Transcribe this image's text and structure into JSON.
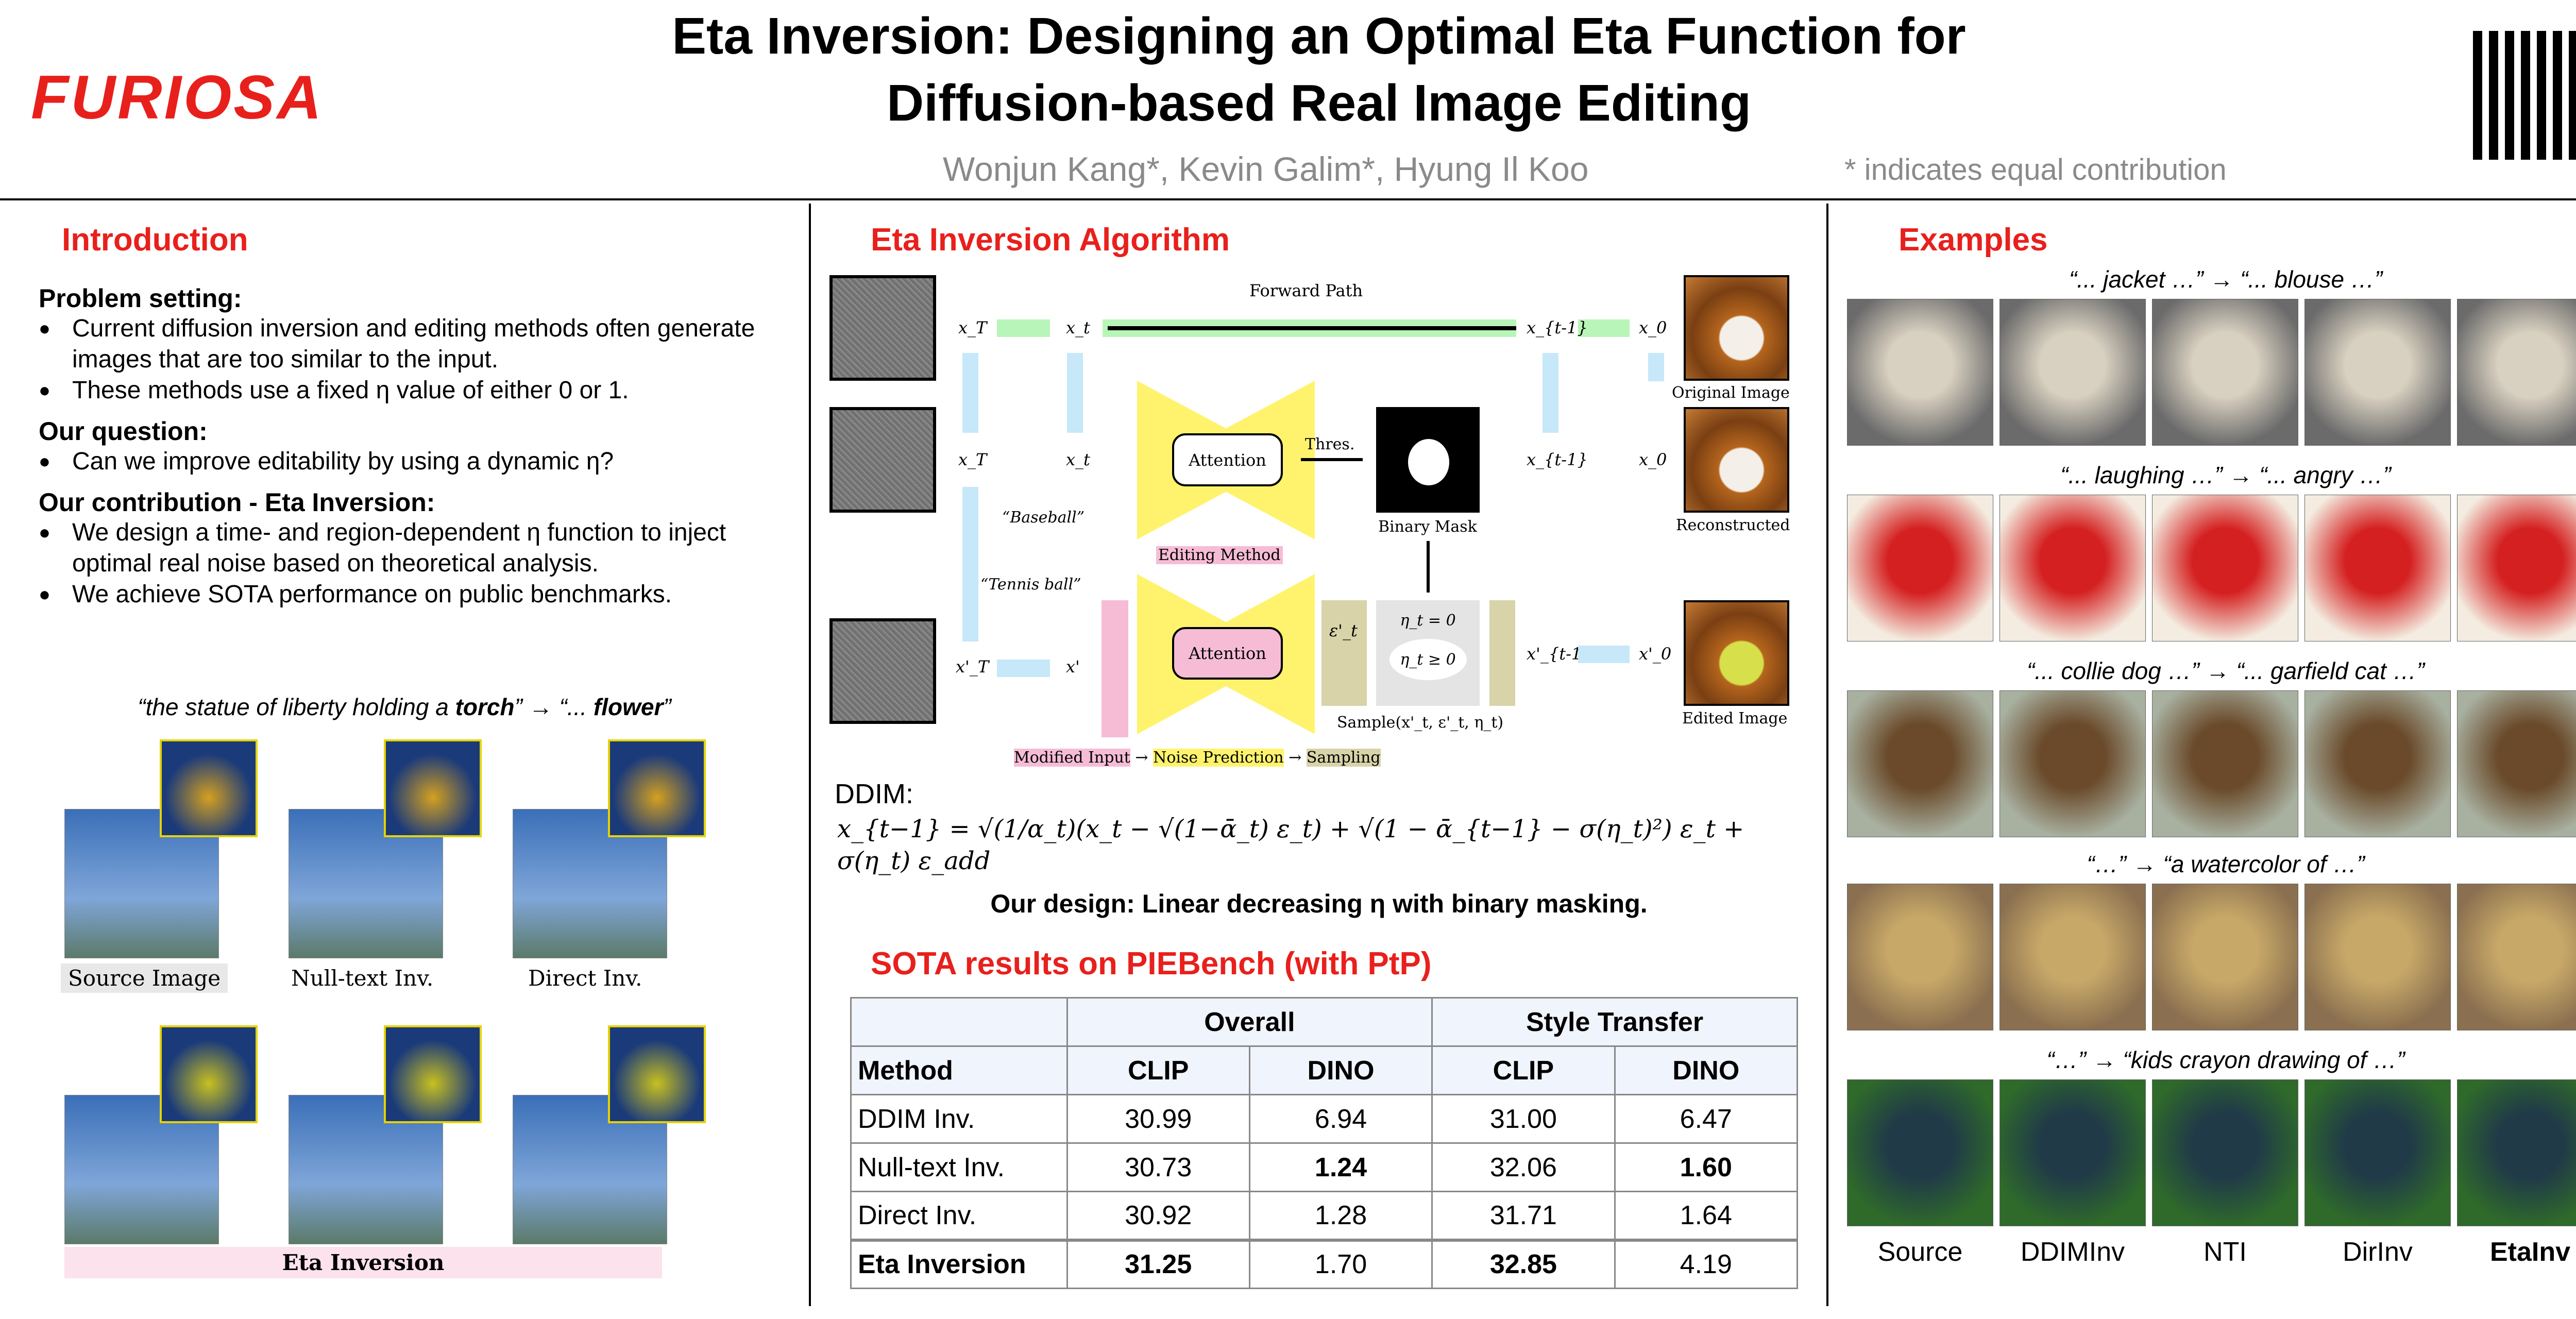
{
  "header": {
    "logo": "FURIOSA",
    "title_line1": "Eta Inversion: Designing an Optimal Eta Function for",
    "title_line2": "Diffusion-based Real Image Editing",
    "authors": "Wonjun Kang*, Kevin Galim*, Hyung Il Koo",
    "equal_note": "* indicates equal contribution"
  },
  "intro": {
    "heading": "Introduction",
    "sections": [
      {
        "title": "Problem setting:",
        "bullets": [
          "Current diffusion inversion and editing methods often generate images that are too similar to the input.",
          "These methods use a fixed η value of either 0 or 1."
        ]
      },
      {
        "title": "Our question:",
        "bullets": [
          "Can we improve editability by using a dynamic η?"
        ]
      },
      {
        "title": "Our contribution - Eta Inversion:",
        "bullets": [
          "We design a time- and region-dependent η function to inject optimal real noise based on theoretical analysis.",
          "We achieve SOTA performance on public benchmarks."
        ]
      }
    ],
    "prompt_pre": "“the statue of liberty holding a ",
    "prompt_bold": "torch",
    "prompt_mid": "” → “... ",
    "prompt_bold2": "flower",
    "prompt_end": "”",
    "labels": [
      "Source Image",
      "Null-text Inv.",
      "Direct Inv.",
      "Eta Inversion"
    ]
  },
  "algo": {
    "heading": "Eta Inversion Algorithm",
    "diagram": {
      "forward_path": "Forward Path",
      "xT": "x_T",
      "xt": "x_t",
      "xt1": "x_{t-1}",
      "x0": "x_0",
      "xpT": "x'_T",
      "xp": "x'",
      "xpt1": "x'_{t-1}",
      "xp0": "x'_0",
      "attention": "Attention",
      "thres": "Thres.",
      "binary_mask": "Binary Mask",
      "baseball": "“Baseball”",
      "tennis": "“Tennis ball”",
      "editing_method": "Editing Method",
      "eps": "ε'_t",
      "eta0": "η_t = 0",
      "eta_ge": "η_t ≥ 0",
      "sample": "Sample(x'_t, ε'_t, η_t)",
      "original": "Original Image",
      "reconstructed": "Reconstructed",
      "edited": "Edited Image",
      "modified_input": "Modified Input",
      "noise_prediction": "Noise Prediction",
      "sampling": "Sampling",
      "arrow": "→"
    },
    "ddim_label": "DDIM:",
    "equation": "x_{t−1} = √(1/α_t)(x_t − √(1−ᾱ_t) ε_t) + √(1 − ᾱ_{t−1} − σ(η_t)²) ε_t + σ(η_t) ε_add",
    "design": "Our design: Linear decreasing η with binary masking."
  },
  "results": {
    "heading": "SOTA results on PIEBench (with PtP)",
    "group_headers": [
      "Overall",
      "Style Transfer"
    ],
    "columns": [
      "Method",
      "CLIP",
      "DINO",
      "CLIP",
      "DINO"
    ],
    "rows": [
      [
        "DDIM Inv.",
        "30.99",
        "6.94",
        "31.00",
        "6.47"
      ],
      [
        "Null-text Inv.",
        "30.73",
        "1.24",
        "32.06",
        "1.60"
      ],
      [
        "Direct Inv.",
        "30.92",
        "1.28",
        "31.71",
        "1.64"
      ],
      [
        "Eta Inversion",
        "31.25",
        "1.70",
        "32.85",
        "4.19"
      ]
    ]
  },
  "examples": {
    "heading": "Examples",
    "captions": [
      "“... jacket …” → “... blouse …”",
      "“... laughing …” → “... angry …”",
      "“... collie dog …” → “... garfield cat …”",
      "“…” → “a watercolor of …”",
      "“…” → “kids crayon drawing of …”"
    ],
    "columns": [
      "Source",
      "DDIMInv",
      "NTI",
      "DirInv",
      "EtaInv"
    ]
  }
}
